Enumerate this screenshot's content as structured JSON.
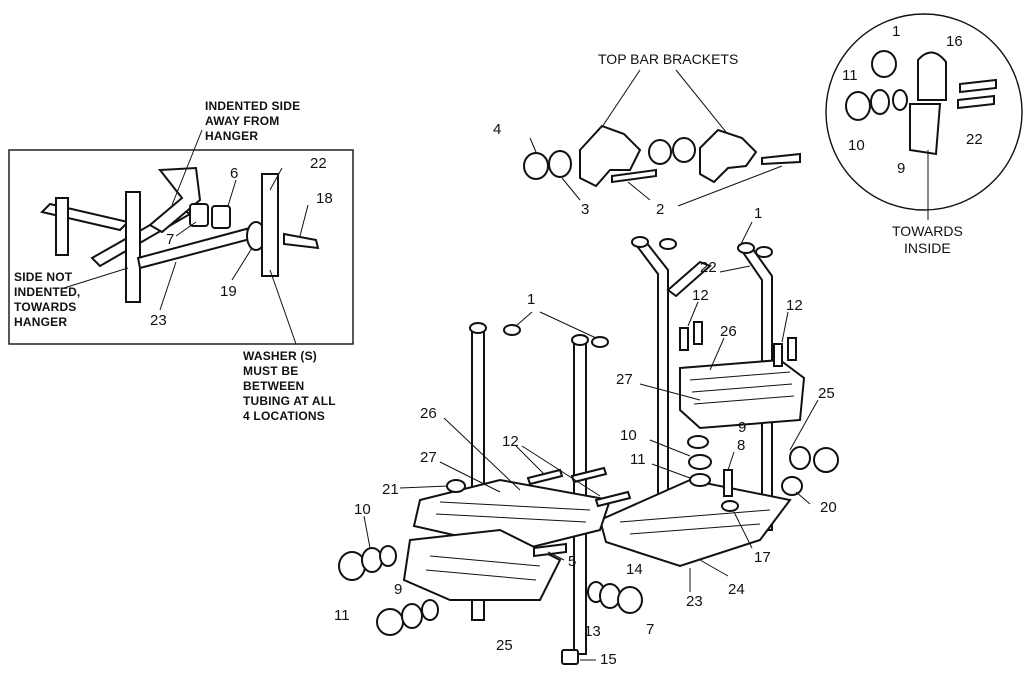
{
  "title": "TOP BAR BRACKETS",
  "inset_notes": {
    "indented": [
      "INDENTED SIDE",
      "AWAY FROM",
      "HANGER"
    ],
    "not_indented": [
      "SIDE NOT",
      "INDENTED,",
      "TOWARDS",
      "HANGER"
    ],
    "washer": [
      "WASHER (S)",
      "MUST BE",
      "BETWEEN",
      "TUBING AT ALL",
      "4 LOCATIONS"
    ]
  },
  "detail_note": [
    "TOWARDS",
    "INSIDE"
  ],
  "callouts": {
    "inset": [
      "22",
      "6",
      "18",
      "7",
      "19",
      "23"
    ],
    "brackets": [
      "4",
      "3",
      "2"
    ],
    "detail": [
      "1",
      "16",
      "11",
      "10",
      "9",
      "22"
    ],
    "main": [
      "1",
      "22",
      "12",
      "26",
      "25",
      "27",
      "9",
      "8",
      "10",
      "11",
      "20",
      "17",
      "24",
      "23",
      "1",
      "26",
      "12",
      "27",
      "21",
      "10",
      "9",
      "11",
      "5",
      "14",
      "13",
      "7",
      "25",
      "15"
    ]
  }
}
